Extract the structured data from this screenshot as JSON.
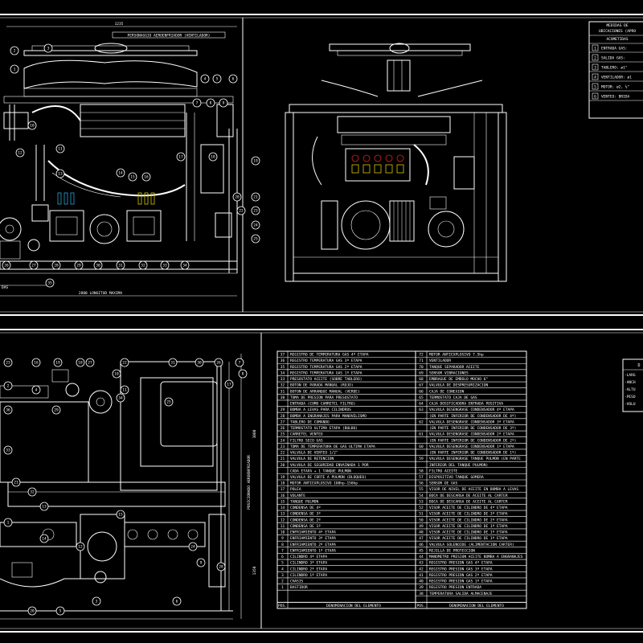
{
  "top_sheet": {
    "front_view": {
      "dim_top": "1235",
      "label_fan": "PERSONAGGIO AEROENFRIADOR (VENTILADOR)",
      "label_length": "2800 LONGITUD MAXIMA",
      "label_left": "DAS",
      "balloons": [
        "1",
        "2",
        "3",
        "4",
        "5",
        "6",
        "7",
        "8",
        "9",
        "10",
        "11",
        "12",
        "13",
        "14",
        "15",
        "16",
        "17",
        "18",
        "19",
        "20",
        "21",
        "22",
        "23",
        "24",
        "25",
        "26",
        "27",
        "28",
        "29",
        "30",
        "31",
        "32",
        "33",
        "34",
        "35"
      ]
    },
    "legend_box": {
      "title_line1": "MEDIDAS DE",
      "title_line2": "UBICACIONES (APRO",
      "subtitle": "ACOMETIDAS",
      "rows": [
        {
          "mark": "1",
          "text": "ENTRADA GAS:"
        },
        {
          "mark": "2",
          "text": "SALIDA GAS:"
        },
        {
          "mark": "3",
          "text": "TABLERO: ø1\""
        },
        {
          "mark": "4",
          "text": "VENTILADOR: ø1"
        },
        {
          "mark": "5",
          "text": "MOTOR: ø2, ½\""
        },
        {
          "mark": "6",
          "text": "VENTEO: BRIDA"
        }
      ]
    }
  },
  "bottom_sheet": {
    "plan_view": {
      "dim_right_top": "1000",
      "dim_right_bottom": "1350",
      "label_vertical": "POSICIONADO AEROENFRIADOR",
      "balloons": [
        "23",
        "16",
        "19",
        "18",
        "27",
        "22",
        "31",
        "30",
        "26",
        "7",
        "8",
        "17",
        "10",
        "11",
        "4",
        "2",
        "36",
        "29",
        "34",
        "25",
        "33",
        "21",
        "32",
        "13",
        "1",
        "15",
        "14",
        "12",
        "24",
        "9",
        "20",
        "5",
        "3",
        "6",
        "28"
      ]
    },
    "parts_table": {
      "header_left": [
        "POS.",
        "DENOMINACION DEL ELEMENTO"
      ],
      "header_right": [
        "POS.",
        "DENOMINACION DEL ELEMENTO"
      ],
      "left_rows": [
        [
          "37",
          "REGISTRO DE TEMPERATURA GAS 4ª ETAPA"
        ],
        [
          "36",
          "REGISTRO TEMPERATURA GAS 3ª ETAPA"
        ],
        [
          "35",
          "REGISTRO TEMPERATURA GAS 2ª ETAPA"
        ],
        [
          "34",
          "REGISTRO TEMPERATURA GAS 1ª ETAPA"
        ],
        [
          "33",
          "PRESOSTATO ACEITE (SOBRE TABLERO)"
        ],
        [
          "32",
          "BOTON DE PARADA MANUAL (ROJO)"
        ],
        [
          "31",
          "BOTON DE ARRANQUE MANUAL (VERDE)"
        ],
        [
          "30",
          "TOMA DE PRESION PARA PRESOSTATO"
        ],
        [
          "",
          "ENTRADA (COMO CARRETEL FILTRO)"
        ],
        [
          "29",
          "BOMBA A LEVAS PARA CILINDROS"
        ],
        [
          "28",
          "BOMBA A ENGRANAJES PARA MANOVELISMO"
        ],
        [
          "27",
          "TABLERO DE COMANDO"
        ],
        [
          "26",
          "TERMOSTATO ULTIMA ETAPA (BULBO)"
        ],
        [
          "25",
          "CARRETEL VENTEO"
        ],
        [
          "24",
          "FILTRO SECO GAS"
        ],
        [
          "23",
          "TOMA DE TEMPERATURA DE GAS ULTIMA ETAPA"
        ],
        [
          "22",
          "VALVULA DE VENTEO 1/2\""
        ],
        [
          "21",
          "VALVULA DE RETENCION"
        ],
        [
          "20",
          "VALVULA DE SEGURIDAD ENVAINADA 1 POR"
        ],
        [
          "",
          "CADA ETAPA + 1 TANQUE PULMON"
        ],
        [
          "19",
          "VALVULA DE CORTE A PULMON (BLOQUEO)"
        ],
        [
          "18",
          "MOTOR ANTIEXPLOSIVO 100hp-150hp"
        ],
        [
          "17",
          "POLEA"
        ],
        [
          "16",
          "VOLANTE"
        ],
        [
          "15",
          "TANQUE PULMON"
        ],
        [
          "14",
          "CONDENSA DE 4º"
        ],
        [
          "13",
          "CONDENSA DE 3º"
        ],
        [
          "12",
          "CONDENSA DE 2º"
        ],
        [
          "11",
          "CONDENSA DE 1º"
        ],
        [
          "10",
          "ENFRIAMIENTO 4ª ETAPA"
        ],
        [
          "9",
          "ENFRIAMIENTO 3ª ETAPA"
        ],
        [
          "8",
          "ENFRIAMIENTO 2ª ETAPA"
        ],
        [
          "7",
          "ENFRIAMIENTO 1ª ETAPA"
        ],
        [
          "6",
          "CILINDRO 4ª ETAPA"
        ],
        [
          "5",
          "CILINDRO 3ª ETAPA"
        ],
        [
          "4",
          "CILINDRO 2ª ETAPA"
        ],
        [
          "3",
          "CILINDRO 1ª ETAPA"
        ],
        [
          "2",
          "CHASIS"
        ],
        [
          "1",
          "BASTIDOR"
        ]
      ],
      "right_rows": [
        [
          "72",
          "MOTOR ANTIEXPLOSIVO 7.5hp"
        ],
        [
          "71",
          "VENTILADOR"
        ],
        [
          "70",
          "TANQUE SEPARADOR ACEITE"
        ],
        [
          "69",
          "SENSOR VIBRACIONES"
        ],
        [
          "68",
          "EMBRAGUE DE EMBOLO MOCHO 6\""
        ],
        [
          "67",
          "VALVULA DE DESPRESURIZACION"
        ],
        [
          "66",
          "CAJA DE CONEXION"
        ],
        [
          "65",
          "TERMOSTATO CAJA DE GAS"
        ],
        [
          "64",
          "CAJA DOSIFICADORA ENTRADA POSITIVA"
        ],
        [
          "63",
          "VALVULA DESENGRASE CONDENSADOR 4ª ETAPA"
        ],
        [
          "",
          "(EN PARTE INFERIOR DE CONDENSADOR DE 4º)"
        ],
        [
          "62",
          "VALVULA DESENGRASE CONDENSADOR 3ª ETAPA"
        ],
        [
          "",
          "(EN PARTE INFERIOR DE CONDENSADOR DE 3º)"
        ],
        [
          "61",
          "VALVULA DESENGRASE CONDENSADOR 2ª ETAPA"
        ],
        [
          "",
          "(EN PARTE INFERIOR DE CONDENSADOR DE 2º)"
        ],
        [
          "60",
          "VALVULA DESENGRASE CONDENSADOR 1ª ETAPA"
        ],
        [
          "",
          "(EN PARTE INFERIOR DE CONDENSADOR DE 1º)"
        ],
        [
          "59",
          "VALVULA DESENGRASE TANQUE PULMON (EN PARTE"
        ],
        [
          "",
          "INFERIOR DEL TANQUE PULMON)"
        ],
        [
          "58",
          "FILTRO ACEITE"
        ],
        [
          "57",
          "DISPOSITIVO TANQUE GOMERA"
        ],
        [
          "56",
          "SENSOR DE GAS"
        ],
        [
          "55",
          "VISOR DE NIVEL DE ACEITE EN BOMBA A LEVAS"
        ],
        [
          "54",
          "BOCA DE DESCARGA DE ACEITE AL CARTER"
        ],
        [
          "53",
          "BOCA DE DESCARGA DE ACEITE AL CARTER"
        ],
        [
          "52",
          "VISOR ACEITE DE CILINDRO DE 4ª ETAPA"
        ],
        [
          "51",
          "VISOR ACEITE DE CILINDRO DE 3ª ETAPA"
        ],
        [
          "50",
          "VISOR ACEITE DE CILINDRO DE 2ª ETAPA"
        ],
        [
          "49",
          "VISOR ACEITE DE CILINDRO DE 1ª ETAPA"
        ],
        [
          "48",
          "VISOR ACEITE DE CILINDRO DE 1ª ETAPA"
        ],
        [
          "47",
          "VISOR ACEITE DE CILINDRO DE 1ª ETAPA"
        ],
        [
          "46",
          "VALVULA SOLENOIDE (ALIMENTACION CARTER)"
        ],
        [
          "45",
          "REJILLA DE PROTECCION"
        ],
        [
          "44",
          "MANOMETRO PRESION ACEITE BOMBA A ENGRANAJES"
        ],
        [
          "43",
          "REGISTRO PRESION GAS 4ª ETAPA"
        ],
        [
          "42",
          "REGISTRO PRESION GAS 3ª ETAPA"
        ],
        [
          "41",
          "REGISTRO PRESION GAS 2ª ETAPA"
        ],
        [
          "40",
          "REGISTRO PRESION GAS 1ª ETAPA"
        ],
        [
          "39",
          "REGISTRO PRESION ENTRADA"
        ],
        [
          "38",
          "TEMPERATURA SALIDA ALMACENAJE"
        ]
      ]
    },
    "dims_box": {
      "title": "D",
      "rows": [
        "-LARG",
        "-ANCH",
        "-ALTU",
        "-PESO",
        "-VOLU"
      ]
    }
  }
}
